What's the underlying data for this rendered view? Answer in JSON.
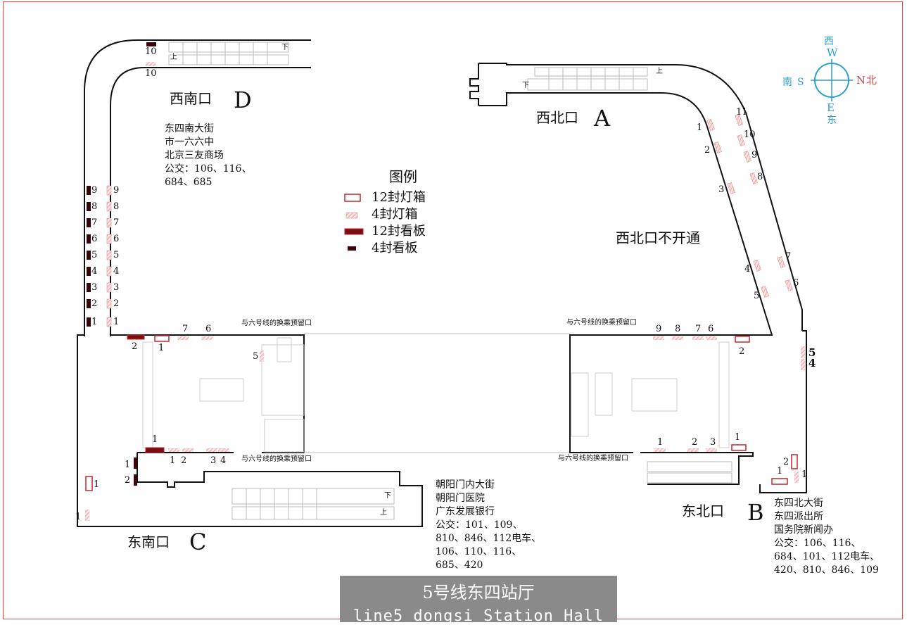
{
  "caption": {
    "line1": "5号线东四站厅",
    "line2": "line5 dongsi Station Hall"
  },
  "legend": {
    "title": "图例",
    "items": [
      {
        "label": "12封灯箱",
        "kind": "lightbox-12"
      },
      {
        "label": "4封灯箱",
        "kind": "lightbox-4"
      },
      {
        "label": "12封看板",
        "kind": "board-12"
      },
      {
        "label": "4封看板",
        "kind": "board-4"
      }
    ]
  },
  "compass": {
    "north_letter": "N",
    "north_cn": "北",
    "south_letter": "S",
    "south_cn": "南",
    "west_letter": "W",
    "west_cn": "西",
    "east_letter": "E",
    "east_cn": "东"
  },
  "exits": {
    "A": {
      "name": "西北口",
      "letter": "A",
      "note": "西北口不开通"
    },
    "B": {
      "name": "东北口",
      "letter": "B",
      "info": [
        "东四北大街",
        "东四派出所",
        "国务院新闻办",
        "公交：106、116、",
        "684、101、112电车、",
        "420、810、846、109"
      ]
    },
    "C": {
      "name": "东南口",
      "letter": "C",
      "info": [
        "朝阳门内大街",
        "朝阳门医院",
        "广东发展银行",
        "公交：101、109、",
        "810、846、112电车、",
        "106、110、116、",
        "685、420"
      ]
    },
    "D": {
      "name": "西南口",
      "letter": "D",
      "info": [
        "东四南大街",
        "市一六六中",
        "北京三友商场",
        "公交：106、116、",
        "684、685"
      ]
    }
  },
  "transfer_note": "与六号线的换乘预留口",
  "escalator": {
    "up": "上",
    "down": "下"
  },
  "numbers": {
    "d_top_board": "10",
    "d_top_box": "10",
    "left_boards": [
      "9",
      "8",
      "7",
      "6",
      "5",
      "4",
      "3",
      "2",
      "1"
    ],
    "left_boxes": [
      "9",
      "8",
      "7",
      "6",
      "5",
      "4",
      "3",
      "2",
      "1"
    ],
    "a_inner": [
      "1",
      "2",
      "3",
      "4",
      "5"
    ],
    "a_outer": [
      "11",
      "10",
      "9",
      "8",
      "7",
      "6"
    ],
    "w_top": [
      "7",
      "6"
    ],
    "w_top_board": "2",
    "w_top_box": "1",
    "w_stair": "5",
    "w_bottom_board": "1",
    "w_bottom_boxes": [
      "1",
      "2",
      "3",
      "4"
    ],
    "c_side_boards": [
      "1",
      "2"
    ],
    "c_left": [
      "1",
      "1"
    ],
    "e_top": [
      "9",
      "8",
      "7",
      "6"
    ],
    "e_top_box": "2",
    "e_right": [
      "5",
      "4"
    ],
    "e_bottom": [
      "1",
      "2",
      "3"
    ],
    "e_bottom_box": "1",
    "b_boxes": [
      "2",
      "1",
      "1"
    ]
  },
  "colors": {
    "lightbox_stroke": "#c0282d",
    "board_fill": "#7a0d12",
    "hatch": "#e8a0a0",
    "wall": "#111111",
    "compass": "#2aa0d6",
    "compass_red": "#d94a4a"
  }
}
